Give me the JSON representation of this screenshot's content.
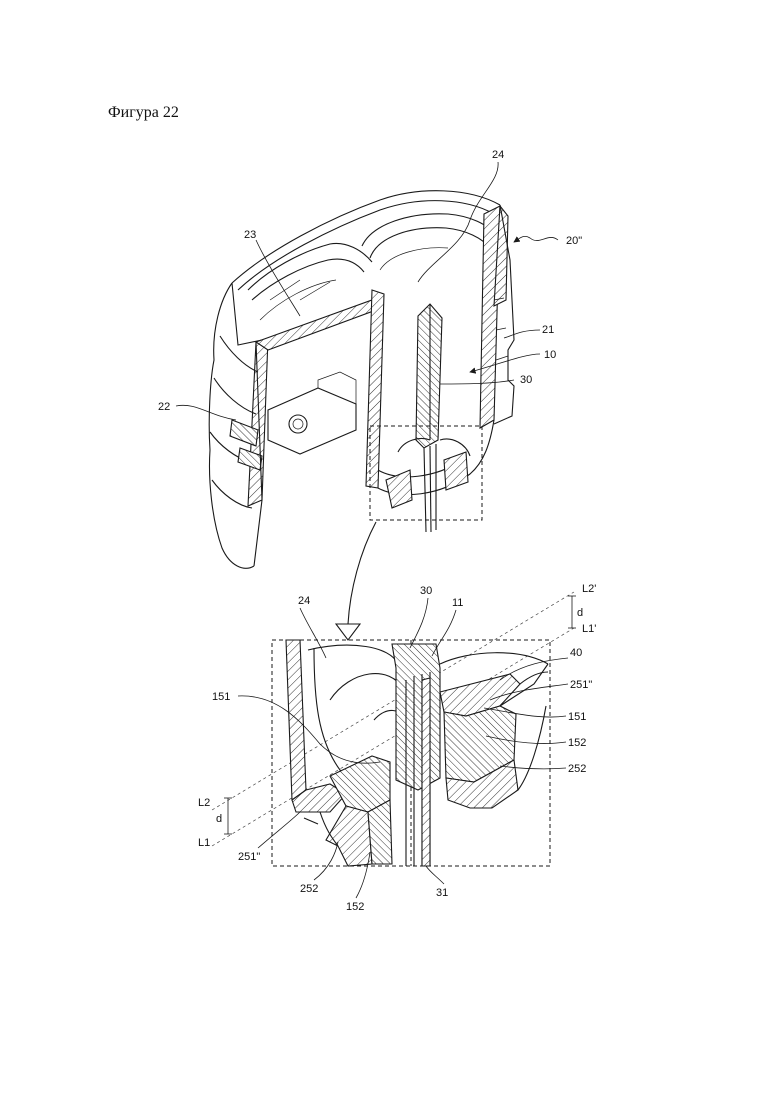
{
  "figure": {
    "title": "Фигура 22"
  },
  "labels": {
    "top": {
      "l24": "24",
      "l20": "20\"",
      "l23": "23",
      "l21": "21",
      "l10": "10",
      "l30": "30",
      "l22": "22"
    },
    "detail": {
      "l24": "24",
      "l30": "30",
      "l11": "11",
      "lL2p": "L2'",
      "ld_top": "d",
      "lL1p": "L1'",
      "l40": "40",
      "l251_right": "251\"",
      "l151_left": "151",
      "l151_right": "151",
      "l152_right": "152",
      "l252_right": "252",
      "lL2": "L2",
      "ld_bottom": "d",
      "lL1": "L1",
      "l251_left": "251\"",
      "l252_left": "252",
      "l152_left": "152",
      "l31": "31"
    }
  }
}
